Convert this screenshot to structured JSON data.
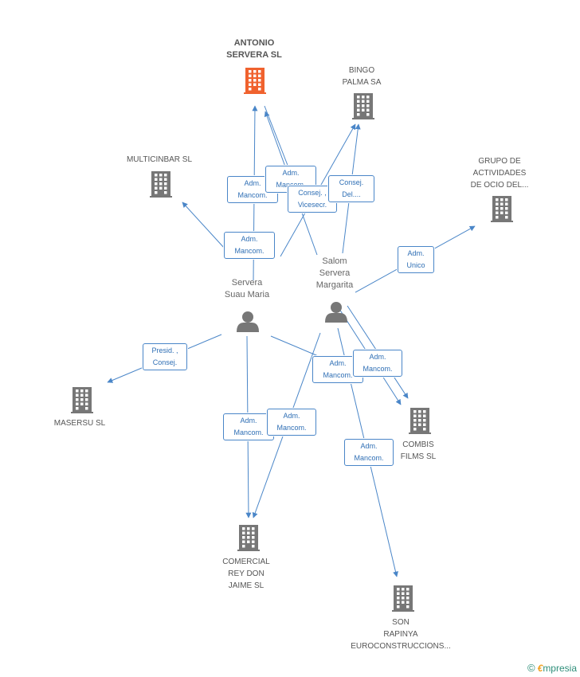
{
  "nodes": {
    "antonio_servera": {
      "label": "ANTONIO\nSERVERA SL",
      "kind": "company",
      "highlight": true
    },
    "bingo_palma": {
      "label": "BINGO\nPALMA SA",
      "kind": "company"
    },
    "multicinbar": {
      "label": "MULTICINBAR SL",
      "kind": "company"
    },
    "grupo_actividades": {
      "label": "GRUPO DE\nACTIVIDADES\nDE OCIO DEL...",
      "kind": "company"
    },
    "masersu": {
      "label": "MASERSU SL",
      "kind": "company"
    },
    "combis_films": {
      "label": "COMBIS\nFILMS SL",
      "kind": "company"
    },
    "comercial_rey": {
      "label": "COMERCIAL\nREY DON\nJAIME SL",
      "kind": "company"
    },
    "son_rapinya": {
      "label": "SON\nRAPINYA\nEUROCONSTRUCCIONS...",
      "kind": "company"
    },
    "servera_suau": {
      "label": "Servera\nSuau Maria",
      "kind": "person"
    },
    "salom_servera": {
      "label": "Salom\nServera\nMargarita",
      "kind": "person"
    }
  },
  "edge_labels": [
    {
      "id": "e1",
      "text": "Adm.\nMancom."
    },
    {
      "id": "e2",
      "text": "Adm.\nMancom."
    },
    {
      "id": "e3",
      "text": "Consej. ,\nVicesecr."
    },
    {
      "id": "e4",
      "text": "Consej.\nDel...."
    },
    {
      "id": "e5",
      "text": "Adm.\nMancom."
    },
    {
      "id": "e6",
      "text": "Adm.\nUnico"
    },
    {
      "id": "e7",
      "text": "Presid. ,\nConsej."
    },
    {
      "id": "e8",
      "text": "Adm.\nMancom."
    },
    {
      "id": "e9",
      "text": "Adm.\nMancom."
    },
    {
      "id": "e10",
      "text": "Adm.\nMancom."
    },
    {
      "id": "e11",
      "text": "Adm.\nMancom."
    },
    {
      "id": "e12",
      "text": "Adm.\nMancom."
    }
  ],
  "colors": {
    "company": "#777777",
    "highlight": "#f0622e",
    "person": "#777777",
    "edge": "#4a86c8"
  },
  "footer": {
    "copyright": "©",
    "brand_first": "€",
    "brand_rest": "mpresia"
  }
}
